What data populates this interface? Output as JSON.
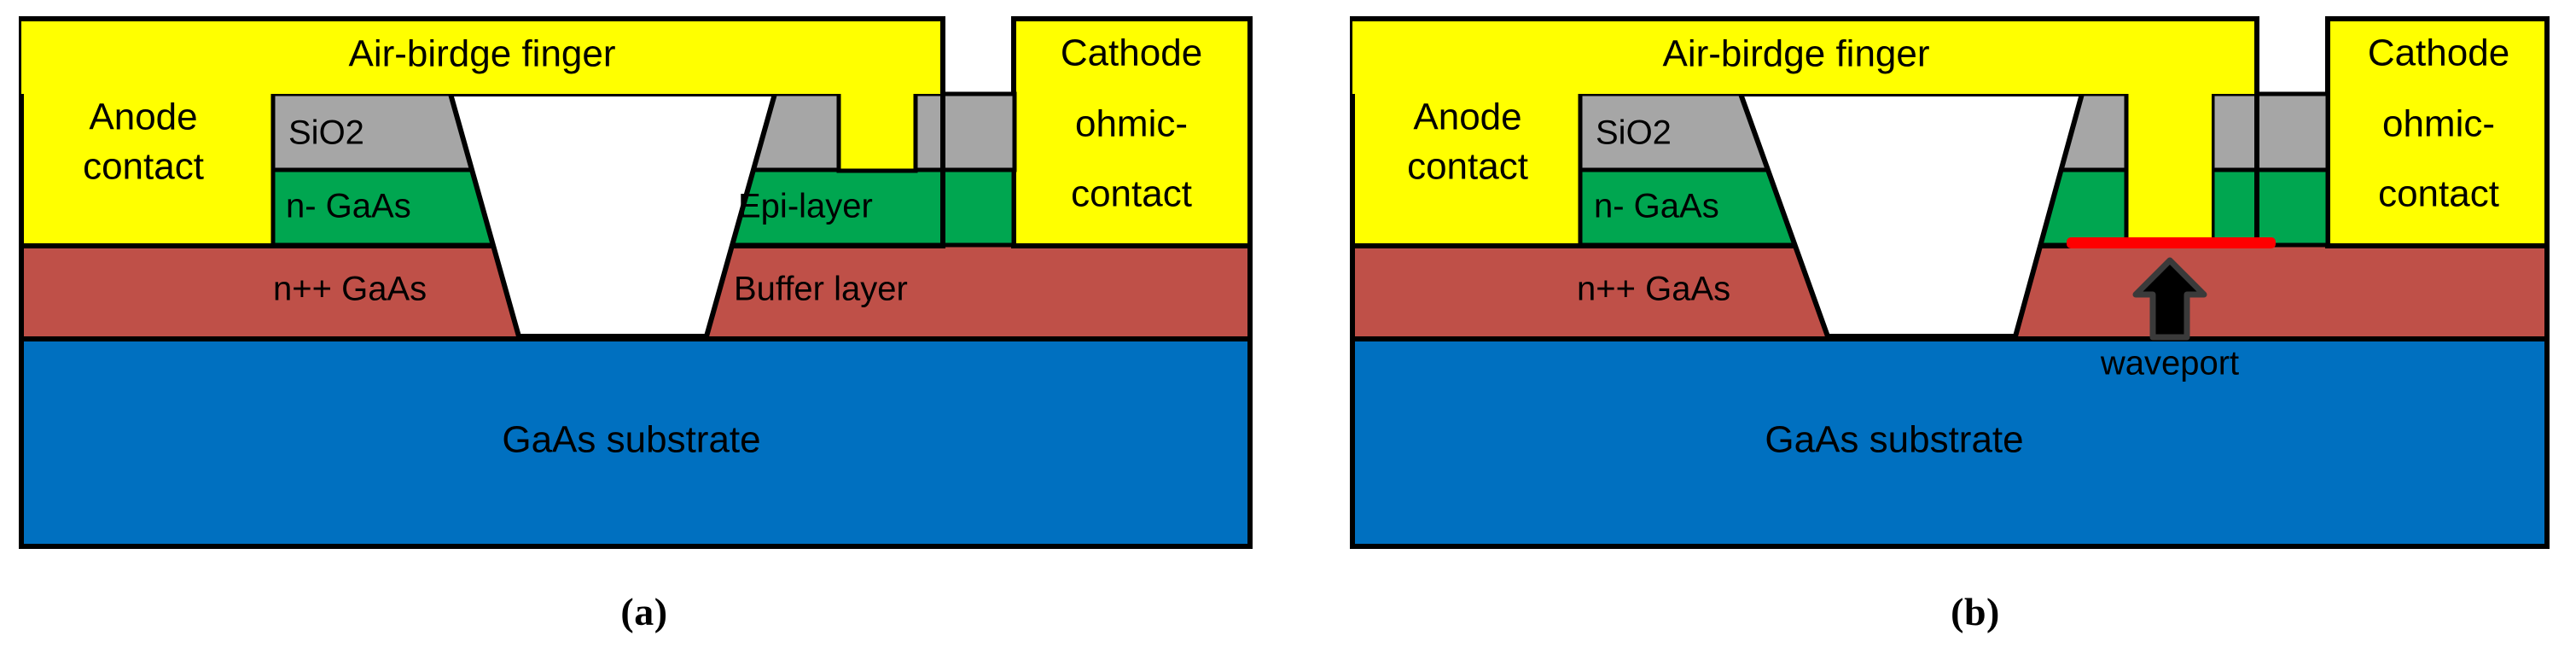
{
  "figure": {
    "type": "cross-section-schematic",
    "description": "Cross-sectional schematic of an air-bridge Schottky diode, two variants",
    "palette": {
      "metal_yellow": "#FFFF00",
      "oxide_gray": "#A6A6A6",
      "epi_green": "#00A650",
      "nplusplus_brown": "#BF5048",
      "substrate_blue": "#0070C0",
      "waveport_red": "#FF0000",
      "outline_black": "#000000",
      "void_white": "#FFFFFF"
    },
    "panels": [
      {
        "id": "a",
        "caption": "(a)",
        "labels": {
          "anode": "Anode\ncontact",
          "anode_line1": "Anode",
          "anode_line2": "contact",
          "airbridge": "Air-birdge finger",
          "oxide": "SiO2",
          "epi_left": "n- GaAs",
          "epi_right": "Epi-layer",
          "nplusplus": "n++ GaAs",
          "buffer": "Buffer layer",
          "substrate": "GaAs substrate",
          "cathode_line1": "Cathode",
          "cathode_line2": "ohmic-",
          "cathode_line3": "contact"
        }
      },
      {
        "id": "b",
        "caption": "(b)",
        "labels": {
          "anode_line1": "Anode",
          "anode_line2": "contact",
          "airbridge": "Air-birdge finger",
          "oxide": "SiO2",
          "epi_left": "n- GaAs",
          "nplusplus": "n++ GaAs",
          "substrate": "GaAs substrate",
          "cathode_line1": "Cathode",
          "cathode_line2": "ohmic-",
          "cathode_line3": "contact",
          "waveport": "waveport"
        },
        "annotations": {
          "waveport_marker_color": "#FF0000",
          "excitation_arrow_direction": "up"
        }
      }
    ]
  }
}
